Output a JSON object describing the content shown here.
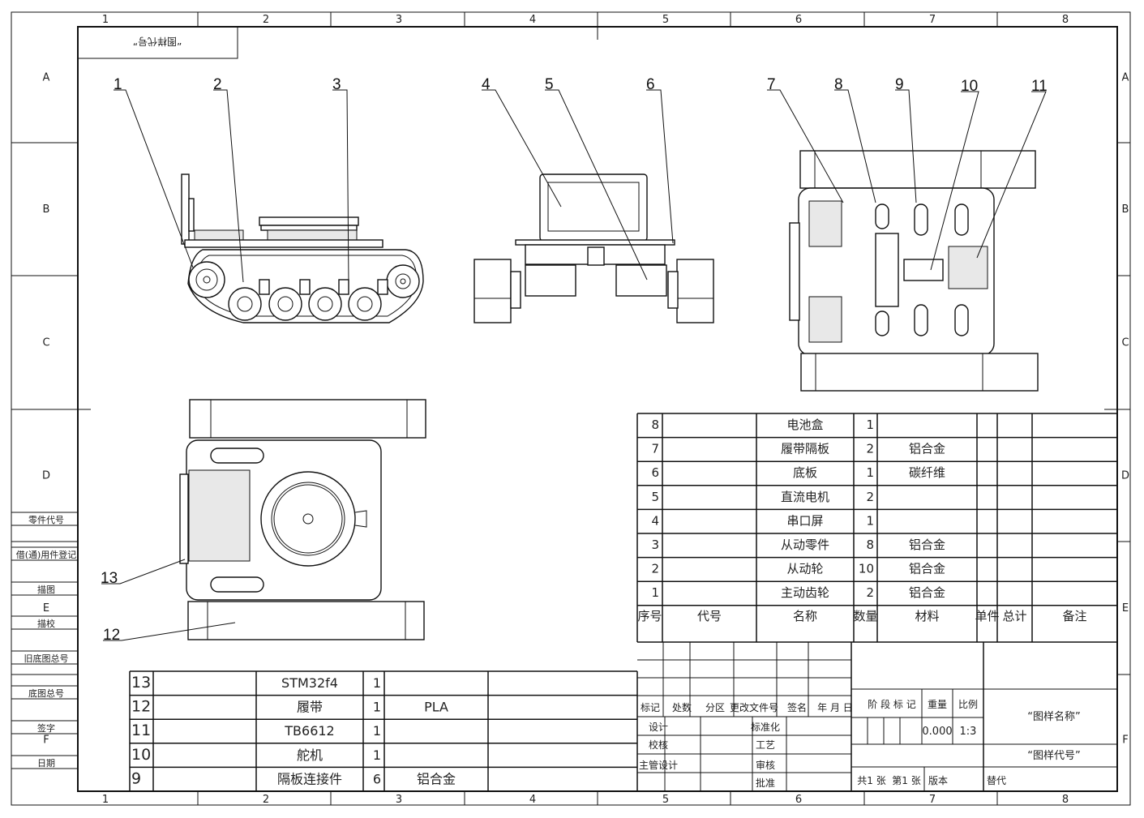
{
  "sheet": {
    "zone_columns": [
      "1",
      "2",
      "3",
      "4",
      "5",
      "6",
      "7",
      "8"
    ],
    "zone_rows": [
      "A",
      "B",
      "C",
      "D",
      "E",
      "F"
    ],
    "mirrored_drawing_code": "“图样代号”"
  },
  "side_panel": [
    "零件代号",
    "借(通)用件登记",
    "描图",
    "描校",
    "旧底图总号",
    "底图总号",
    "签字",
    "日期"
  ],
  "balloons": [
    "1",
    "2",
    "3",
    "4",
    "5",
    "6",
    "7",
    "8",
    "9",
    "10",
    "11",
    "12",
    "13"
  ],
  "bom_main": {
    "rows": [
      {
        "seq": "8",
        "code": "",
        "name": "电池盒",
        "qty": "1",
        "material": "",
        "unit": "",
        "total": "",
        "note": ""
      },
      {
        "seq": "7",
        "code": "",
        "name": "履带隔板",
        "qty": "2",
        "material": "铝合金",
        "unit": "",
        "total": "",
        "note": ""
      },
      {
        "seq": "6",
        "code": "",
        "name": "底板",
        "qty": "1",
        "material": "碳纤维",
        "unit": "",
        "total": "",
        "note": ""
      },
      {
        "seq": "5",
        "code": "",
        "name": "直流电机",
        "qty": "2",
        "material": "",
        "unit": "",
        "total": "",
        "note": ""
      },
      {
        "seq": "4",
        "code": "",
        "name": "串口屏",
        "qty": "1",
        "material": "",
        "unit": "",
        "total": "",
        "note": ""
      },
      {
        "seq": "3",
        "code": "",
        "name": "从动零件",
        "qty": "8",
        "material": "铝合金",
        "unit": "",
        "total": "",
        "note": ""
      },
      {
        "seq": "2",
        "code": "",
        "name": "从动轮",
        "qty": "10",
        "material": "铝合金",
        "unit": "",
        "total": "",
        "note": ""
      },
      {
        "seq": "1",
        "code": "",
        "name": "主动齿轮",
        "qty": "2",
        "material": "铝合金",
        "unit": "",
        "total": "",
        "note": ""
      }
    ],
    "header": {
      "seq": "序号",
      "code": "代号",
      "name": "名称",
      "qty": "数量",
      "material": "材料",
      "unit": "单件",
      "total": "总计",
      "note": "备注"
    }
  },
  "bom_extra": {
    "rows": [
      {
        "seq": "13",
        "code": "",
        "name": "STM32f4",
        "qty": "1",
        "material": "",
        "note": ""
      },
      {
        "seq": "12",
        "code": "",
        "name": "履带",
        "qty": "1",
        "material": "PLA",
        "note": ""
      },
      {
        "seq": "11",
        "code": "",
        "name": "TB6612",
        "qty": "1",
        "material": "",
        "note": ""
      },
      {
        "seq": "10",
        "code": "",
        "name": "舵机",
        "qty": "1",
        "material": "",
        "note": ""
      },
      {
        "seq": "9",
        "code": "",
        "name": "隔板连接件",
        "qty": "6",
        "material": "铝合金",
        "note": ""
      }
    ]
  },
  "title_block": {
    "change_header": [
      "标记",
      "处数",
      "分区",
      "更改文件号",
      "签名",
      "年 月 日"
    ],
    "sign_rows": [
      {
        "left": "设计",
        "right": "标准化"
      },
      {
        "left": "校核",
        "right": "工艺"
      },
      {
        "left": "主管设计",
        "right": "审核"
      },
      {
        "left": "",
        "right": "批准"
      }
    ],
    "stage_label": "阶 段 标 记",
    "weight_label": "重量",
    "scale_label": "比例",
    "weight": "0.000",
    "scale": "1:3",
    "drawing_name": "“图样名称”",
    "drawing_code": "“图样代号”",
    "sheets_total": "共1 张",
    "sheet_no": "第1 张",
    "version_label": "版本",
    "replace_label": "替代"
  }
}
